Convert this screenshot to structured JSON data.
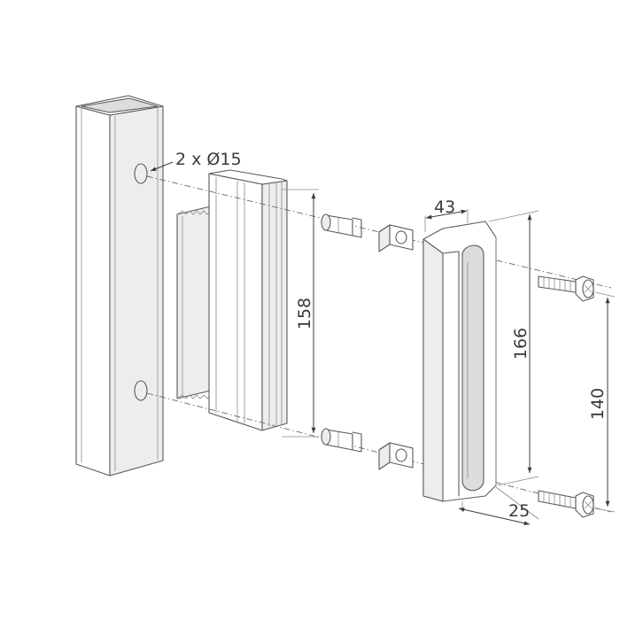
{
  "labels": {
    "holes": "2 x Ø15",
    "dim_158": "158",
    "dim_43": "43",
    "dim_166": "166",
    "dim_140": "140",
    "dim_25": "25"
  }
}
